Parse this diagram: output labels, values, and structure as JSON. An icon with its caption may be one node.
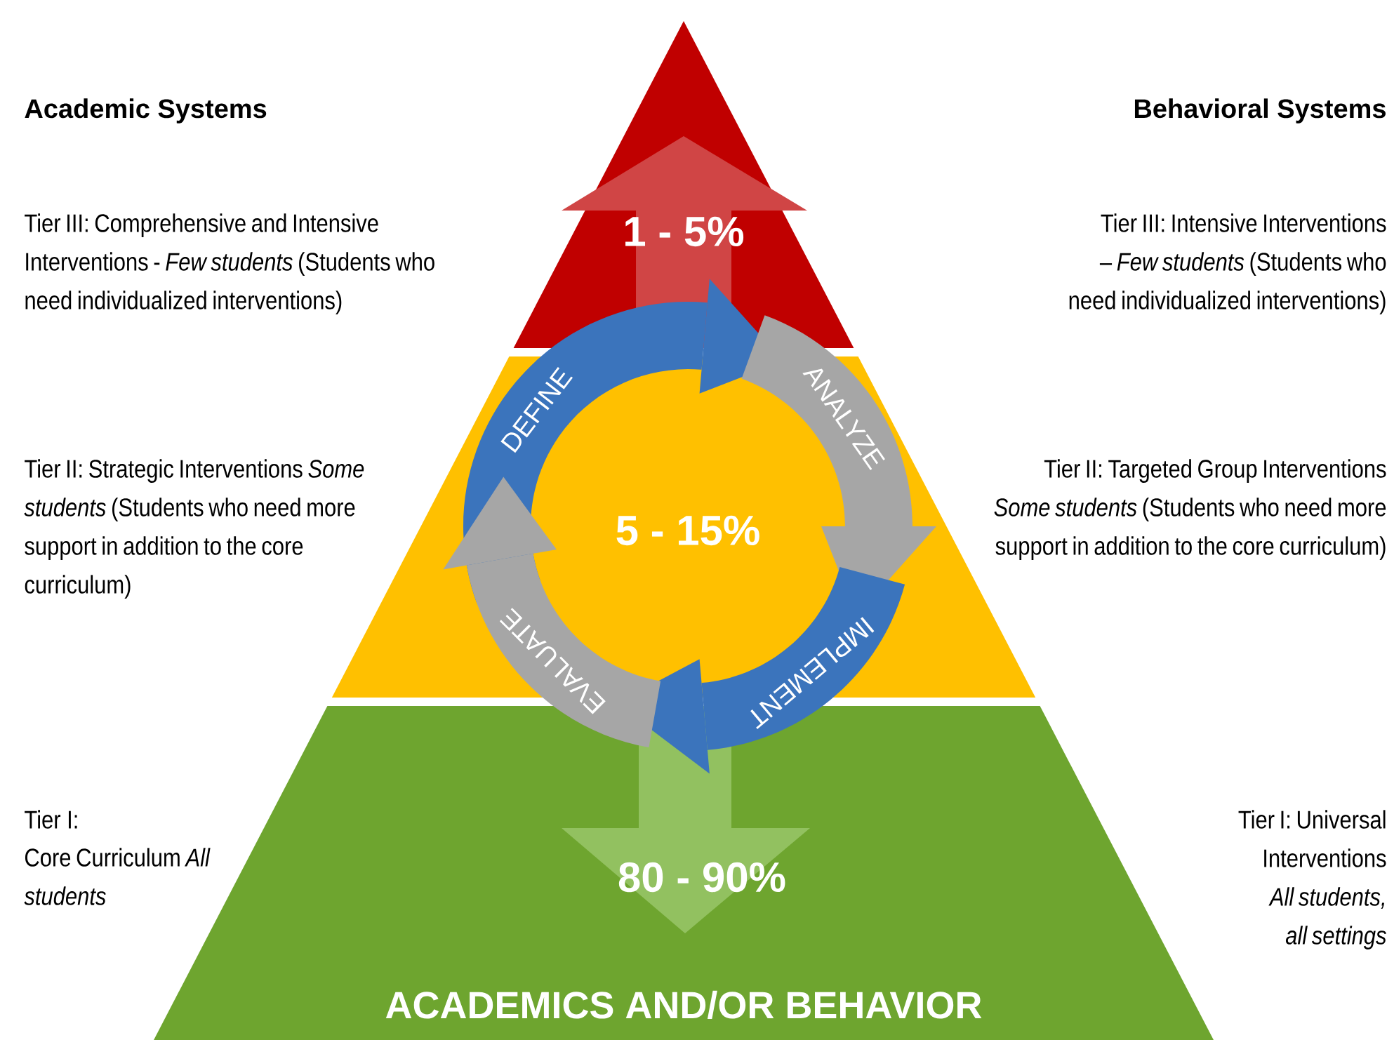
{
  "diagram": {
    "nodes": [
      {
        "text": [
          "1 - 5%"
        ]
      },
      {
        "text": [
          "5 - 15%"
        ]
      },
      {
        "text": [
          "80 - 90%",
          "ACADEMICS AND/OR BEHAVIOR"
        ]
      },
      {
        "text": [
          "DEFINE"
        ]
      },
      {
        "text": [
          "ANALYZE"
        ]
      },
      {
        "text": [
          "IMPLEMENT"
        ]
      },
      {
        "text": [
          "EVALUATE"
        ]
      }
    ],
    "labels": [
      "Academic Systems",
      "Behavioral Systems",
      "Tier III: Comprehensive and Intensive Interventions - *Few students* (Students who need individualized interventions)",
      "Tier III: Intensive Interventions – *Few students* (Students who need individualized interventions)",
      "Tier II: Strategic Interventions *Some students* (Students who need more support in addition to the core curriculum)",
      "Tier II: Targeted Group Interventions *Some students* (Students who need more support in addition to the core curriculum)",
      "Tier I:",
      "Core Curriculum *All students*",
      "Tier I: Universal Interventions *All students, all settings*"
    ]
  }
}
